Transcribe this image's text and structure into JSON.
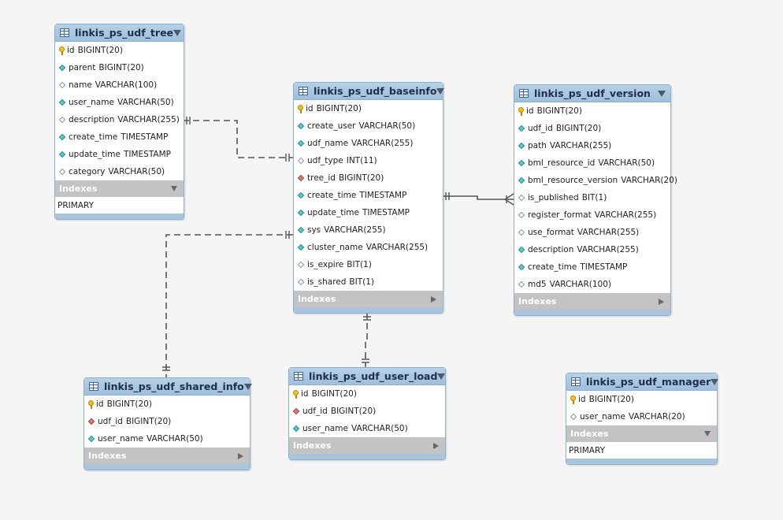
{
  "entities": [
    {
      "id": "tree",
      "name": "linkis_ps_udf_tree",
      "columns": [
        {
          "icon": "key",
          "name": "id",
          "type": "BIGINT(20)"
        },
        {
          "icon": "filled",
          "name": "parent",
          "type": "BIGINT(20)"
        },
        {
          "icon": "empty",
          "name": "name",
          "type": "VARCHAR(100)"
        },
        {
          "icon": "filled",
          "name": "user_name",
          "type": "VARCHAR(50)"
        },
        {
          "icon": "empty",
          "name": "description",
          "type": "VARCHAR(255)"
        },
        {
          "icon": "filled",
          "name": "create_time",
          "type": "TIMESTAMP"
        },
        {
          "icon": "filled",
          "name": "update_time",
          "type": "TIMESTAMP"
        },
        {
          "icon": "empty",
          "name": "category",
          "type": "VARCHAR(50)"
        }
      ],
      "indexes_label": "Indexes",
      "indexes_expanded": true,
      "indexes": [
        "PRIMARY"
      ]
    },
    {
      "id": "baseinfo",
      "name": "linkis_ps_udf_baseinfo",
      "columns": [
        {
          "icon": "key",
          "name": "id",
          "type": "BIGINT(20)"
        },
        {
          "icon": "filled",
          "name": "create_user",
          "type": "VARCHAR(50)"
        },
        {
          "icon": "filled",
          "name": "udf_name",
          "type": "VARCHAR(255)"
        },
        {
          "icon": "empty",
          "name": "udf_type",
          "type": "INT(11)"
        },
        {
          "icon": "fk",
          "name": "tree_id",
          "type": "BIGINT(20)"
        },
        {
          "icon": "filled",
          "name": "create_time",
          "type": "TIMESTAMP"
        },
        {
          "icon": "filled",
          "name": "update_time",
          "type": "TIMESTAMP"
        },
        {
          "icon": "filled",
          "name": "sys",
          "type": "VARCHAR(255)"
        },
        {
          "icon": "filled",
          "name": "cluster_name",
          "type": "VARCHAR(255)"
        },
        {
          "icon": "empty",
          "name": "is_expire",
          "type": "BIT(1)"
        },
        {
          "icon": "empty",
          "name": "is_shared",
          "type": "BIT(1)"
        }
      ],
      "indexes_label": "Indexes",
      "indexes_expanded": false,
      "indexes": []
    },
    {
      "id": "version",
      "name": "linkis_ps_udf_version",
      "columns": [
        {
          "icon": "key",
          "name": "id",
          "type": "BIGINT(20)"
        },
        {
          "icon": "filled",
          "name": "udf_id",
          "type": "BIGINT(20)"
        },
        {
          "icon": "filled",
          "name": "path",
          "type": "VARCHAR(255)"
        },
        {
          "icon": "filled",
          "name": "bml_resource_id",
          "type": "VARCHAR(50)"
        },
        {
          "icon": "filled",
          "name": "bml_resource_version",
          "type": "VARCHAR(20)"
        },
        {
          "icon": "empty",
          "name": "is_published",
          "type": "BIT(1)"
        },
        {
          "icon": "empty",
          "name": "register_format",
          "type": "VARCHAR(255)"
        },
        {
          "icon": "empty",
          "name": "use_format",
          "type": "VARCHAR(255)"
        },
        {
          "icon": "filled",
          "name": "description",
          "type": "VARCHAR(255)"
        },
        {
          "icon": "filled",
          "name": "create_time",
          "type": "TIMESTAMP"
        },
        {
          "icon": "empty",
          "name": "md5",
          "type": "VARCHAR(100)"
        }
      ],
      "indexes_label": "Indexes",
      "indexes_expanded": false,
      "indexes": []
    },
    {
      "id": "shared_info",
      "name": "linkis_ps_udf_shared_info",
      "columns": [
        {
          "icon": "key",
          "name": "id",
          "type": "BIGINT(20)"
        },
        {
          "icon": "fk",
          "name": "udf_id",
          "type": "BIGINT(20)"
        },
        {
          "icon": "filled",
          "name": "user_name",
          "type": "VARCHAR(50)"
        }
      ],
      "indexes_label": "Indexes",
      "indexes_expanded": false,
      "indexes": []
    },
    {
      "id": "user_load",
      "name": "linkis_ps_udf_user_load",
      "columns": [
        {
          "icon": "key",
          "name": "id",
          "type": "BIGINT(20)"
        },
        {
          "icon": "fk",
          "name": "udf_id",
          "type": "BIGINT(20)"
        },
        {
          "icon": "filled",
          "name": "user_name",
          "type": "VARCHAR(50)"
        }
      ],
      "indexes_label": "Indexes",
      "indexes_expanded": false,
      "indexes": []
    },
    {
      "id": "manager",
      "name": "linkis_ps_udf_manager",
      "columns": [
        {
          "icon": "key",
          "name": "id",
          "type": "BIGINT(20)"
        },
        {
          "icon": "empty",
          "name": "user_name",
          "type": "VARCHAR(20)"
        }
      ],
      "indexes_label": "Indexes",
      "indexes_expanded": true,
      "indexes": [
        "PRIMARY"
      ]
    }
  ],
  "relationships": [
    {
      "from": "tree",
      "to": "baseinfo",
      "cardinality": "one-to-one",
      "identifying": false
    },
    {
      "from": "baseinfo",
      "to": "version",
      "cardinality": "one-to-many",
      "identifying": true
    },
    {
      "from": "baseinfo",
      "to": "shared_info",
      "cardinality": "one-to-one",
      "identifying": false
    },
    {
      "from": "baseinfo",
      "to": "user_load",
      "cardinality": "one-to-one",
      "identifying": false
    }
  ],
  "colors": {
    "header": "#a9c5de",
    "indexes_bar": "#c3c3c3",
    "connector": "#555555",
    "key": "#f3c21f",
    "column_marker": "#5ec6c6",
    "fk_marker": "#dd7a73"
  }
}
